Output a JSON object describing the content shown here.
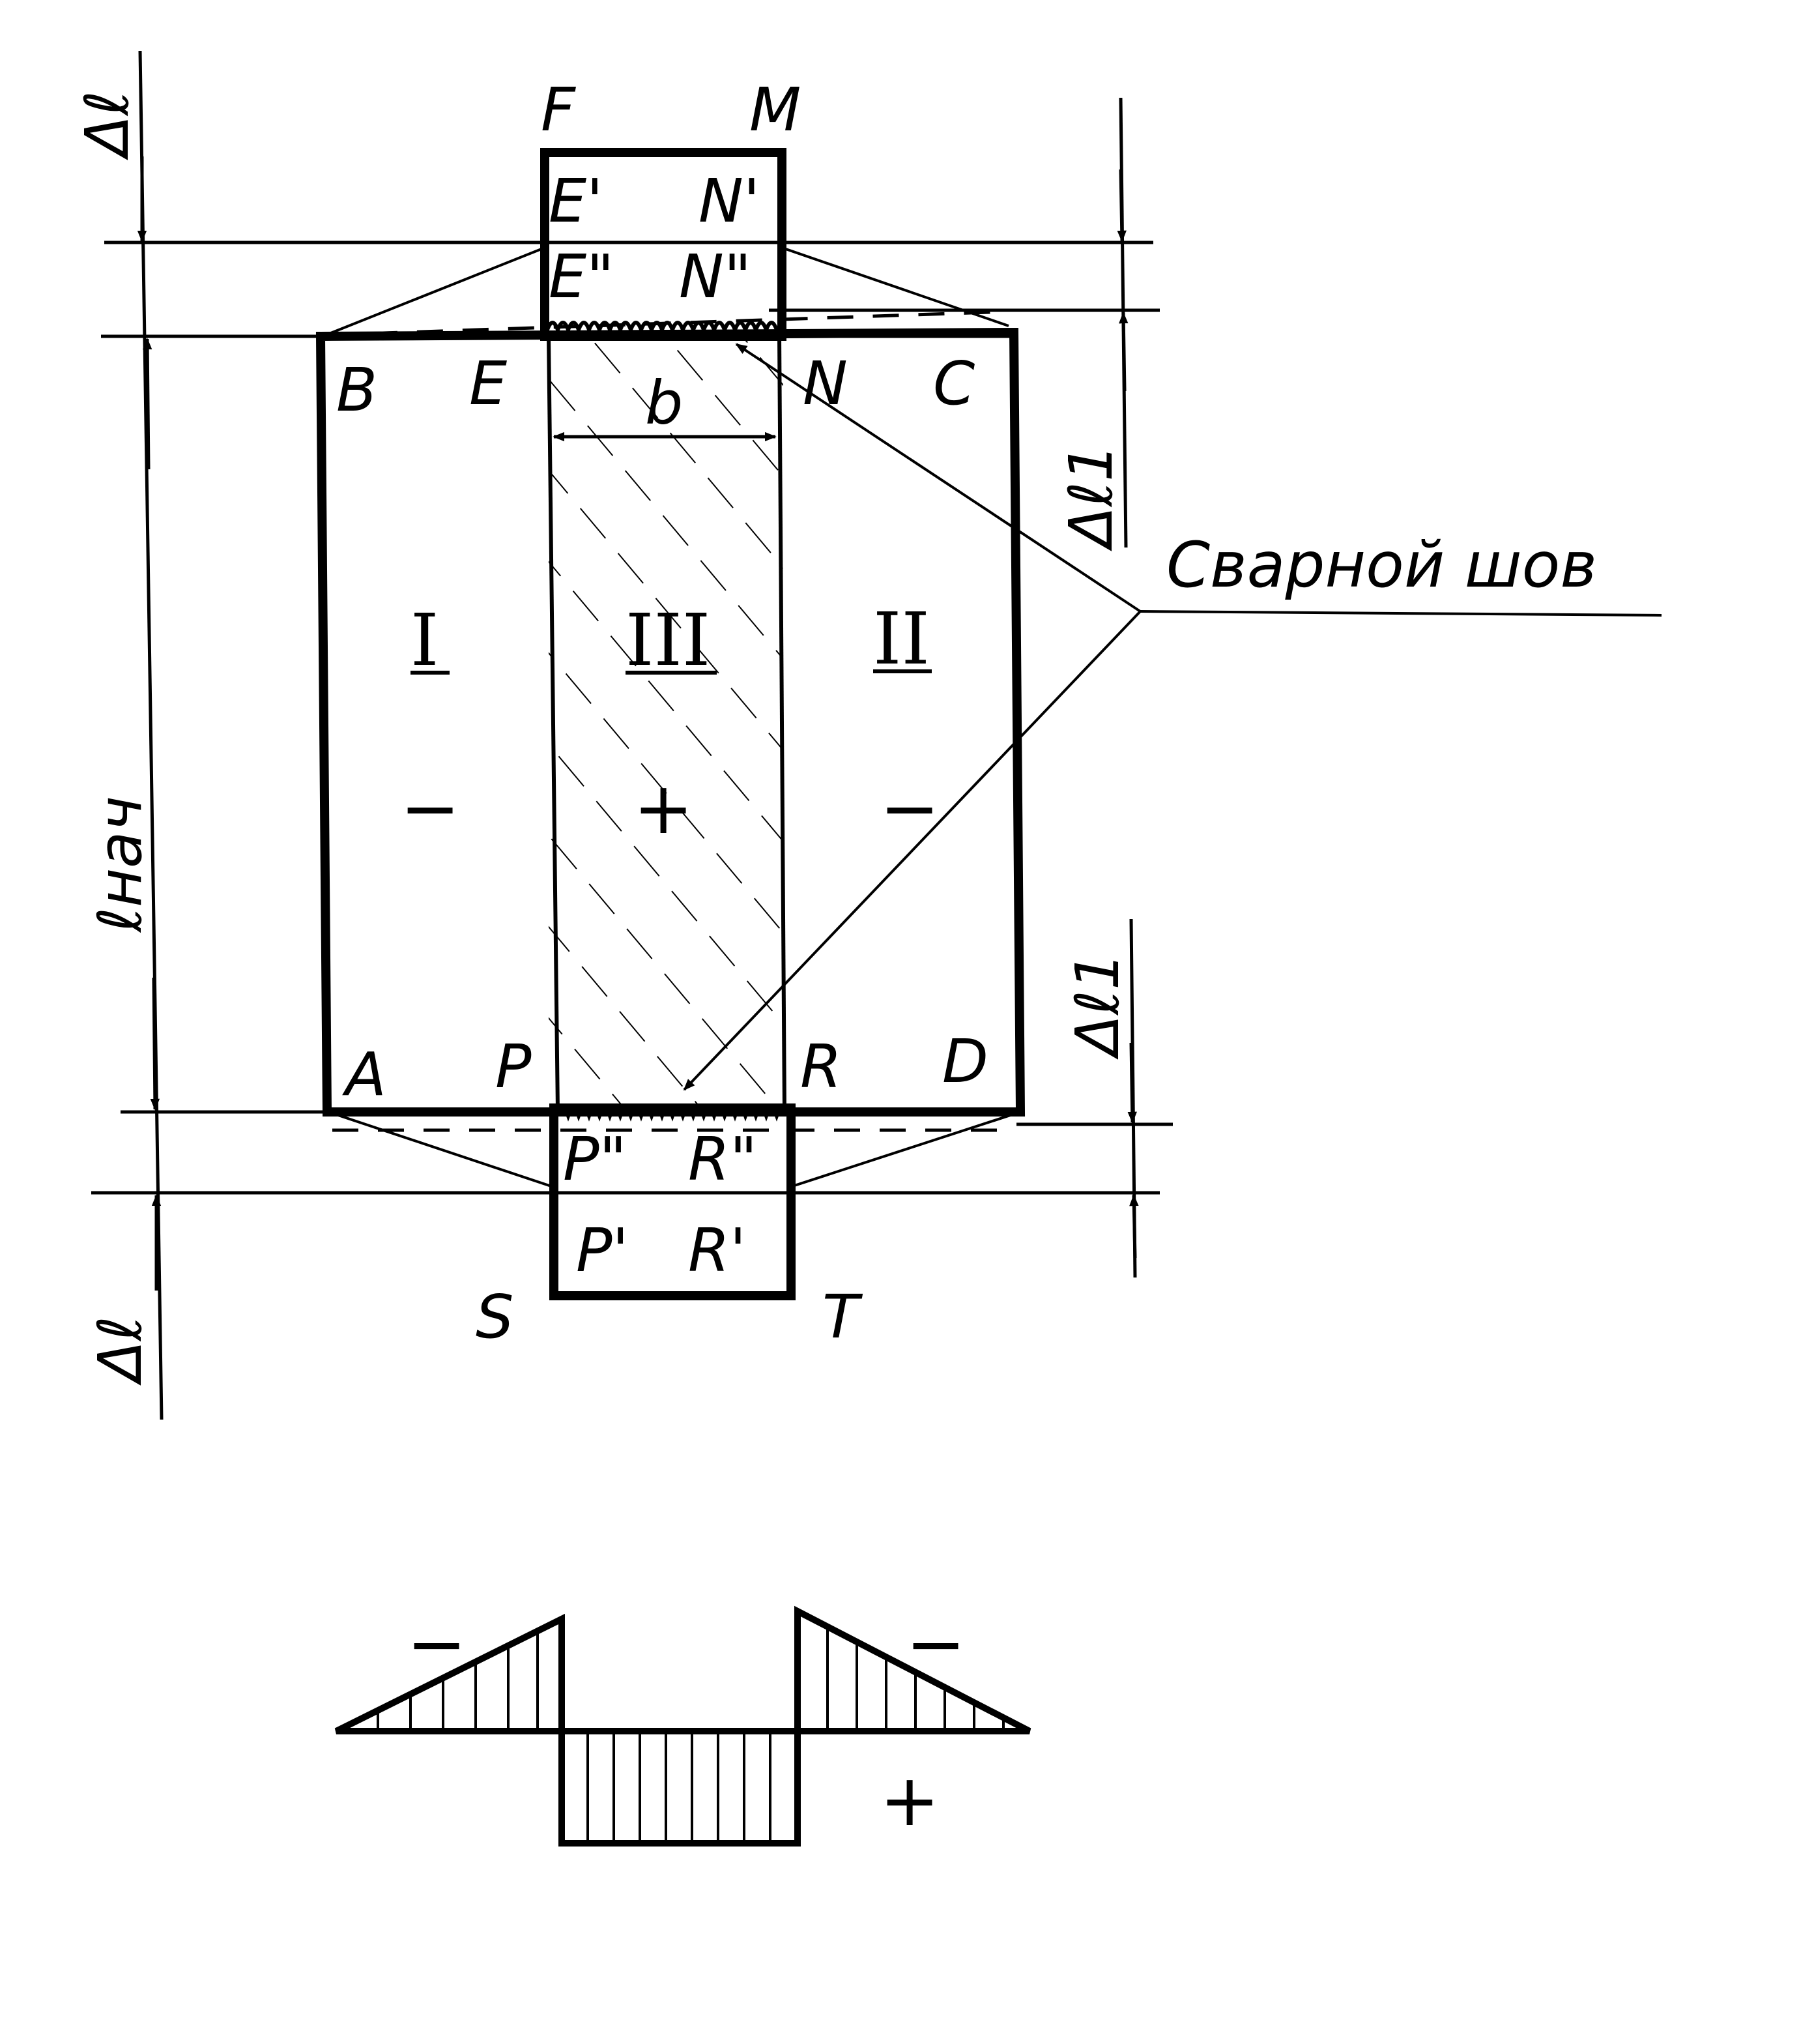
{
  "dimensions": {
    "delta_l": "Δℓ",
    "delta_l1": "Δℓ1",
    "l_initial": "ℓнач",
    "width_b": "b"
  },
  "points": {
    "F": "F",
    "M": "M",
    "E1": "E'",
    "N1": "N'",
    "E2": "E\"",
    "N2": "N\"",
    "B": "B",
    "E": "E",
    "N": "N",
    "C": "C",
    "A": "A",
    "P": "P",
    "R": "R",
    "D": "D",
    "P2": "P\"",
    "R2": "R\"",
    "P1": "P'",
    "R1": "R'",
    "S": "S",
    "T": "T"
  },
  "zones": {
    "left": "I",
    "middle": "III",
    "right": "II",
    "left_sign": "−",
    "middle_sign": "+",
    "right_sign": "−"
  },
  "callout": "Сварной шов",
  "stress_diagram": {
    "left_sign": "−",
    "right_sign": "−",
    "bottom_sign": "+"
  },
  "colors": {
    "ink": "#000000",
    "paper": "#ffffff"
  }
}
